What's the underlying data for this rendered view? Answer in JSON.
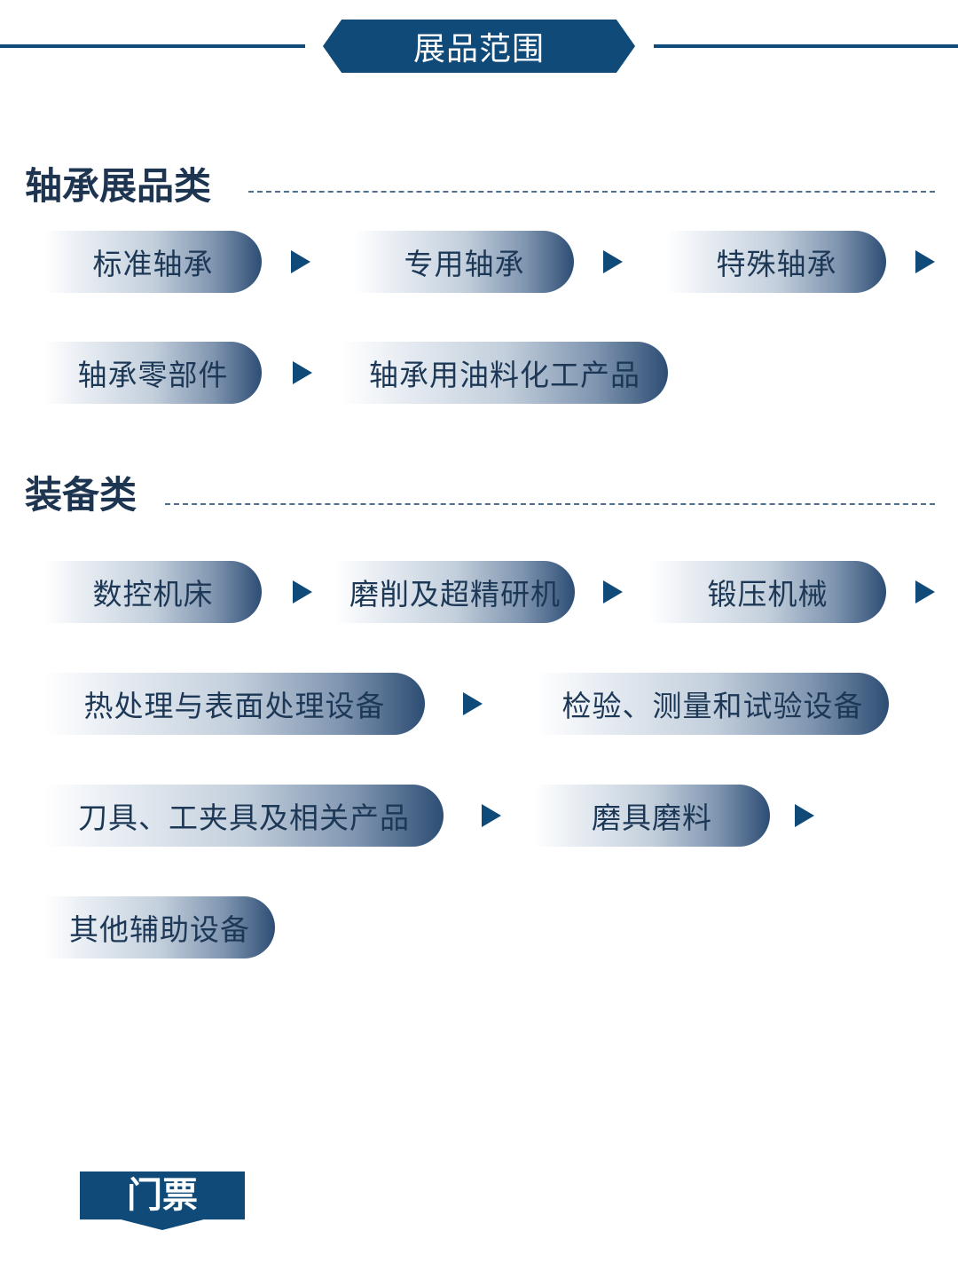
{
  "header": {
    "title": "展品范围"
  },
  "sections": [
    {
      "title": "轴承展品类",
      "items": [
        "标准轴承",
        "专用轴承",
        "特殊轴承",
        "轴承零部件",
        "轴承用油料化工产品"
      ]
    },
    {
      "title": "装备类",
      "items": [
        "数控机床",
        "磨削及超精研机",
        "锻压机械",
        "热处理与表面处理设备",
        "检验、测量和试验设备",
        "刀具、工夹具及相关产品",
        "磨具磨料",
        "其他辅助设备"
      ]
    }
  ],
  "ticket": {
    "label": "门票"
  },
  "colors": {
    "primary": "#0f4a78",
    "text": "#1c3856",
    "background": "#ffffff"
  },
  "icons": [
    "arrow-right-icon"
  ]
}
